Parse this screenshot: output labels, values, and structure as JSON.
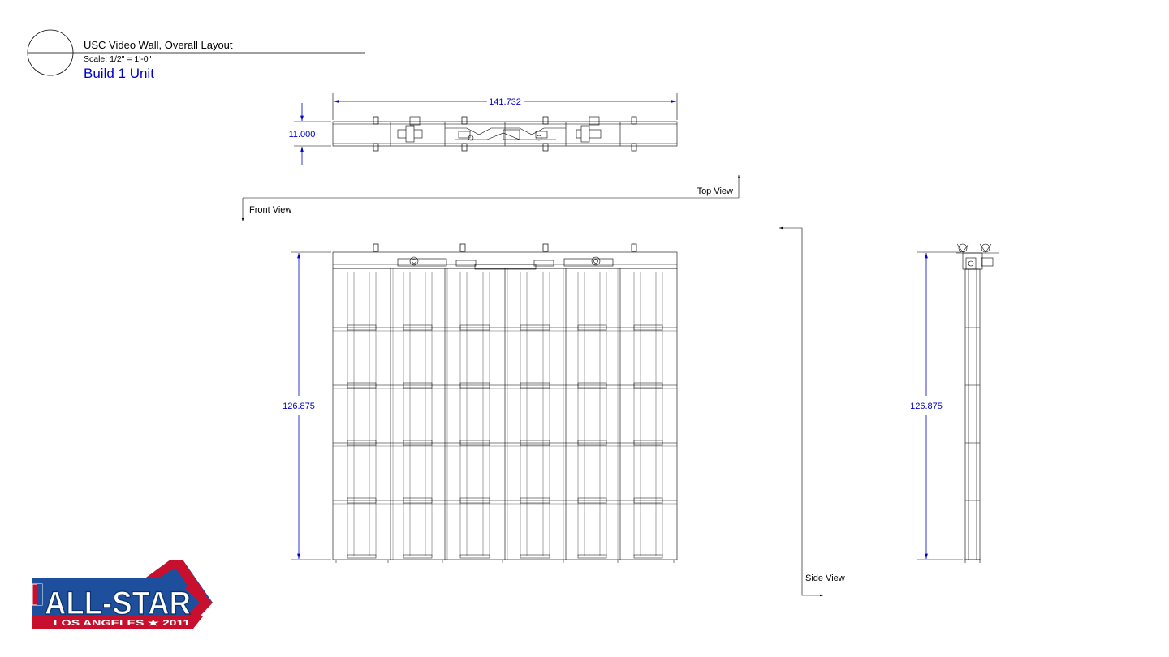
{
  "title_block": {
    "title": "USC Video Wall, Overall Layout",
    "scale": "Scale: 1/2\" = 1'-0\"",
    "subtitle": "Build 1 Unit"
  },
  "views": {
    "top_view_label": "Top View",
    "front_view_label": "Front View",
    "side_view_label": "Side View"
  },
  "dimensions": {
    "width": "141.732",
    "depth": "11.000",
    "front_height": "126.875",
    "side_height": "126.875"
  },
  "logo": {
    "main_text": "ALL-STAR",
    "sub_text": "LOS ANGELES ★ 2011"
  },
  "colors": {
    "dimension": "#0000cc",
    "line": "#000000",
    "logo_blue": "#1d4f9c",
    "logo_red": "#c8102e"
  }
}
